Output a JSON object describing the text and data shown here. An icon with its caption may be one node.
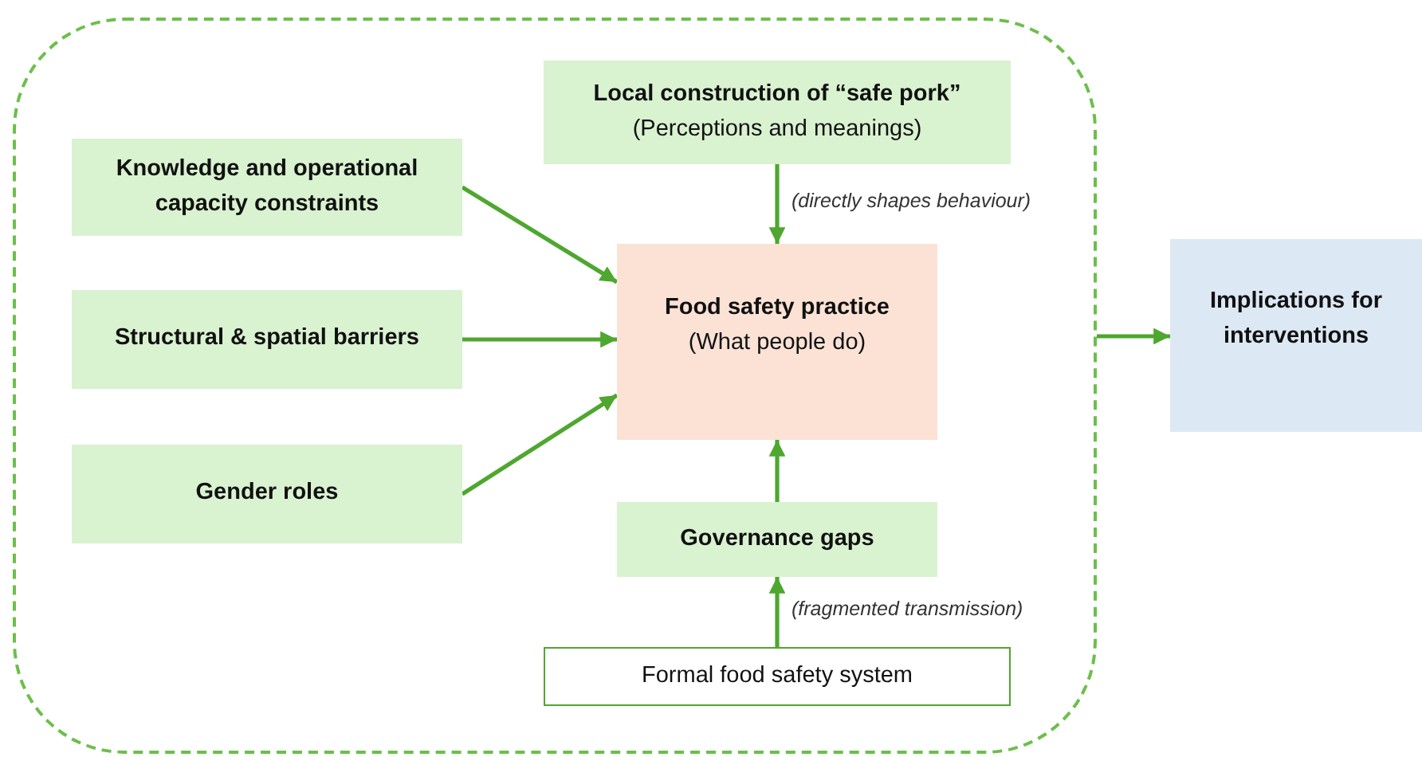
{
  "diagram": {
    "nodes": [
      {
        "text": [],
        "shape": "box"
      },
      {
        "text": [
          "Local construction of “safe pork”",
          "(Perceptions and meanings)"
        ],
        "in": 0
      },
      {
        "text": [
          "Knowledge and operational capacity constraints"
        ],
        "in": 0
      },
      {
        "text": [
          "Structural & spatial barriers"
        ],
        "in": 0
      },
      {
        "text": [
          "Food safety practice",
          "(What people do)"
        ],
        "in": 0
      },
      {
        "text": [
          "Gender roles"
        ],
        "in": 0
      },
      {
        "text": [
          "Governance gaps"
        ],
        "in": 0
      },
      {
        "text": [
          "Formal food safety system"
        ],
        "in": 0
      },
      {
        "text": [
          "Implications for interventions"
        ]
      }
    ],
    "edges": [
      {
        "from": 1,
        "to": 4,
        "arrow": "to",
        "label": "(directly shapes behaviour)"
      },
      {
        "from": 2,
        "to": 4,
        "arrow": "to"
      },
      {
        "from": 3,
        "to": 4,
        "arrow": "to"
      },
      {
        "from": 5,
        "to": 4,
        "arrow": "to"
      },
      {
        "from": 6,
        "to": 4,
        "arrow": "to"
      },
      {
        "from": 7,
        "to": 6,
        "arrow": "to",
        "label": "(fragmented transmission)"
      },
      {
        "from": 0,
        "to": 8,
        "arrow": "to"
      }
    ]
  }
}
